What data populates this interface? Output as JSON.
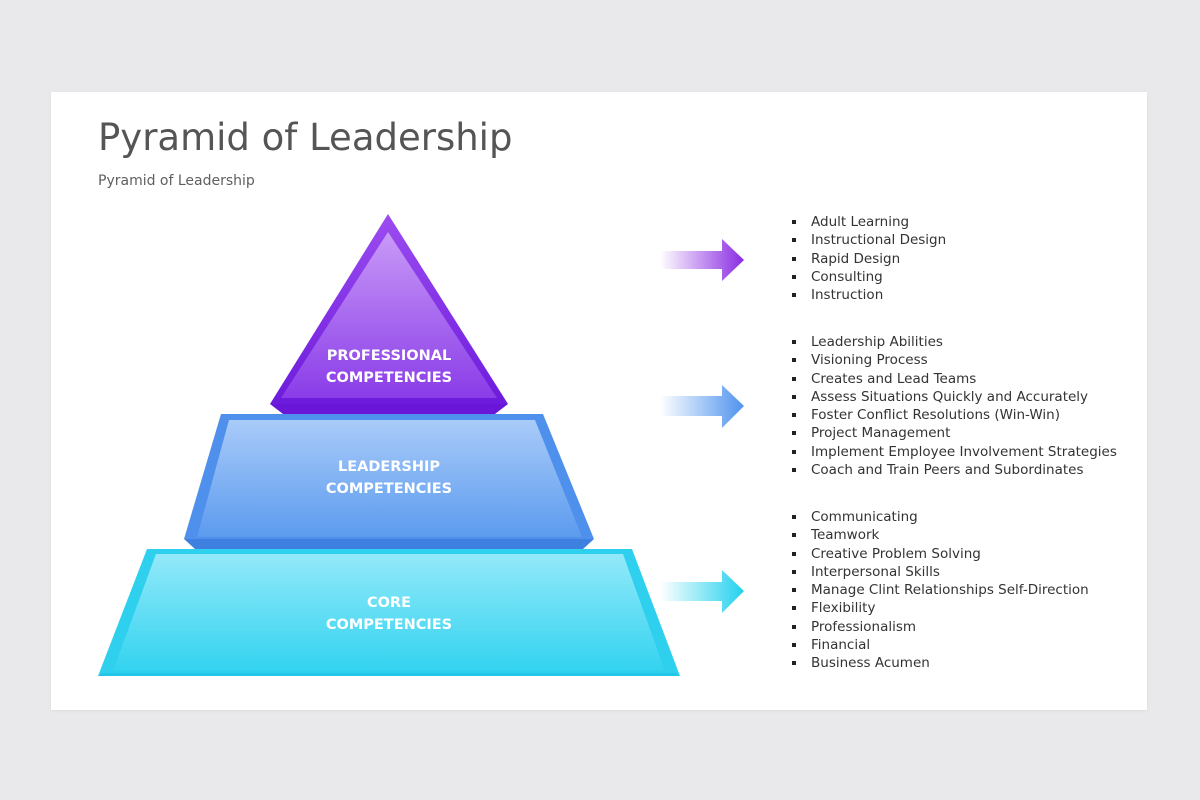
{
  "title": "Pyramid of Leadership",
  "subtitle": "Pyramid of Leadership",
  "tiers": [
    {
      "name": "professional",
      "line1": "PROFESSIONAL",
      "line2": "COMPETENCIES",
      "color_light": "#b47cf4",
      "color_dark": "#7a25e6",
      "items": [
        "Adult Learning",
        "Instructional Design",
        "Rapid Design",
        "Consulting",
        "Instruction"
      ]
    },
    {
      "name": "leadership",
      "line1": "LEADERSHIP",
      "line2": "COMPETENCIES",
      "color_light": "#a4c8f8",
      "color_dark": "#5599ee",
      "items": [
        "Leadership Abilities",
        "Visioning Process",
        "Creates and Lead Teams",
        "Assess Situations Quickly and Accurately",
        "Foster Conflict Resolutions (Win-Win)",
        "Project Management",
        "Implement Employee Involvement Strategies",
        "Coach and Train Peers and Subordinates"
      ]
    },
    {
      "name": "core",
      "line1": "CORE",
      "line2": "COMPETENCIES",
      "color_light": "#8ae6f8",
      "color_dark": "#2cd2ef",
      "items": [
        "Communicating",
        "Teamwork",
        "Creative Problem Solving",
        "Interpersonal Skills",
        "Manage Clint Relationships Self-Direction",
        "Flexibility",
        "Professionalism",
        "Financial",
        "Business Acumen"
      ]
    }
  ]
}
